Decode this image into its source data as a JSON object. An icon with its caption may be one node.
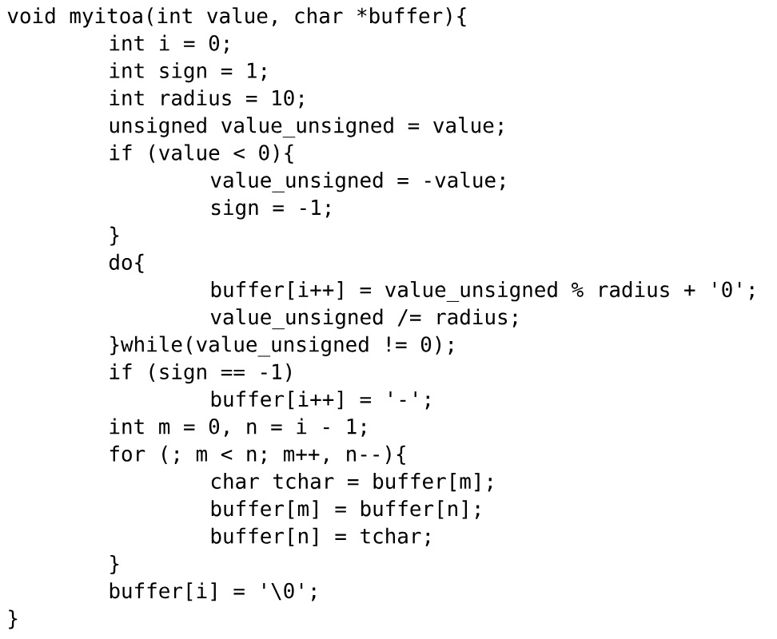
{
  "diagram": {
    "labels": [
      "void myitoa(int value, char *buffer){",
      "int i = 0;",
      "int sign = 1;",
      "int radius = 10;",
      "unsigned value_unsigned = value;",
      "if (value < 0){",
      "value_unsigned = -value;",
      "sign = -1;",
      "}",
      "do{",
      "buffer[i++] = value_unsigned % radius + '0';",
      "value_unsigned /= radius;",
      "}while(value_unsigned != 0);",
      "if (sign == -1)",
      "buffer[i++] = '-';",
      "int m = 0, n = i - 1;",
      "for (; m < n; m++, n--){",
      "char tchar = buffer[m];",
      "buffer[m] = buffer[n];",
      "buffer[n] = tchar;",
      "}",
      "buffer[i] = '\\0';",
      "}"
    ]
  }
}
